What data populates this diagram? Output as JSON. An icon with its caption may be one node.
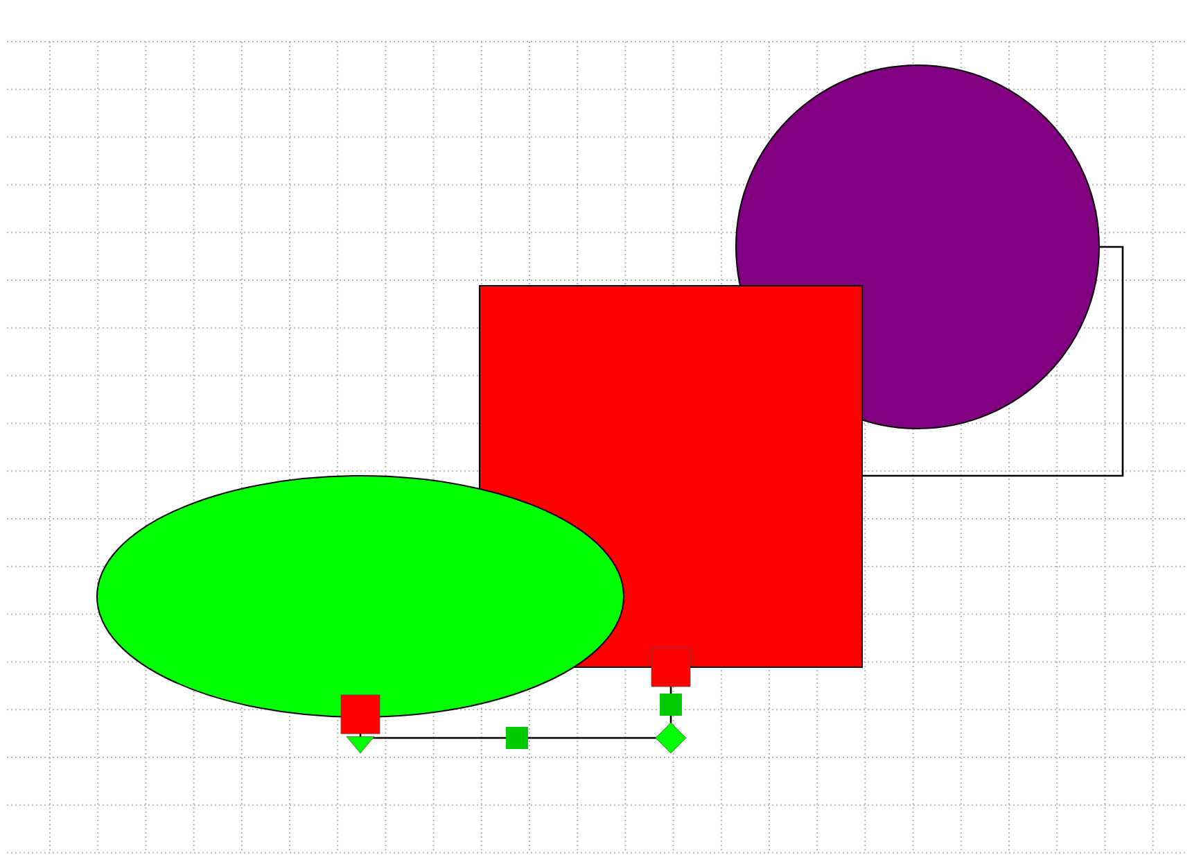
{
  "diagram": {
    "nodes": [
      {
        "text": [],
        "shape": "circle"
      },
      {
        "text": [],
        "shape": "box"
      },
      {
        "text": [],
        "shape": "ellipse"
      }
    ],
    "edges": [
      {
        "from": 0,
        "to": 1,
        "arrow": "none"
      },
      {
        "from": 2,
        "to": 1,
        "arrow": "none"
      }
    ]
  }
}
